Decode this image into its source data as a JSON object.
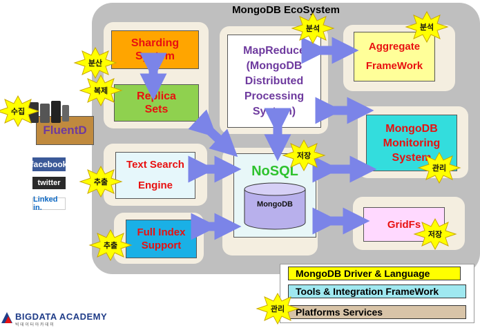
{
  "title": "MongoDB EcoSystem",
  "nodes": {
    "sharding": "Sharding System",
    "replica": "Replica Sets",
    "mapreduce": "MapReduce (MongoDB Distributed Processing System)",
    "aggregate": "Aggregate FrameWork",
    "fluentd": "FluentD",
    "monitoring": "MongoDB Monitoring System",
    "textsearch_1": "Text Search",
    "textsearch_2": "Engine",
    "nosql": "NoSQL",
    "mongodb": "MongoDB",
    "fullindex": "Full Index Support",
    "gridfs": "GridFs"
  },
  "tags": {
    "bunsan": "분산",
    "bokje": "복제",
    "bunseok_1": "분석",
    "bunseok_2": "분석",
    "sujip": "수집",
    "jeojang_1": "저장",
    "gwanri_1": "관리",
    "chulchul_1": "추출",
    "chulchul_2": "추출",
    "jeojang_2": "저장",
    "gwanri_2": "관리"
  },
  "social": {
    "facebook": "facebook",
    "twitter": "twitter",
    "linkedin": "Linked in."
  },
  "legend": {
    "driver": "MongoDB Driver & Language",
    "tools": "Tools & Integration FrameWork",
    "platforms": "Platforms Services"
  },
  "footer": {
    "brand": "BIGDATA ACADEMY",
    "brand_sub": "빅 데 이 터 아 카 데 미"
  },
  "colors": {
    "sharding": "#ffa500",
    "replica": "#8fd14f",
    "aggregate": "#ffff99",
    "monitoring": "#33dddd",
    "textsearch": "#e6f7fb",
    "nosql": "#e8f7f8",
    "fullindex": "#1ab0e6",
    "gridfs": "#ffd9ff",
    "fluentd": "#c08a3e",
    "arrow": "#7b84e8",
    "star": "#ffff00",
    "legend_driver": "#ffff00",
    "legend_tools": "#9fe8f0",
    "legend_platforms": "#d8c4a8"
  }
}
